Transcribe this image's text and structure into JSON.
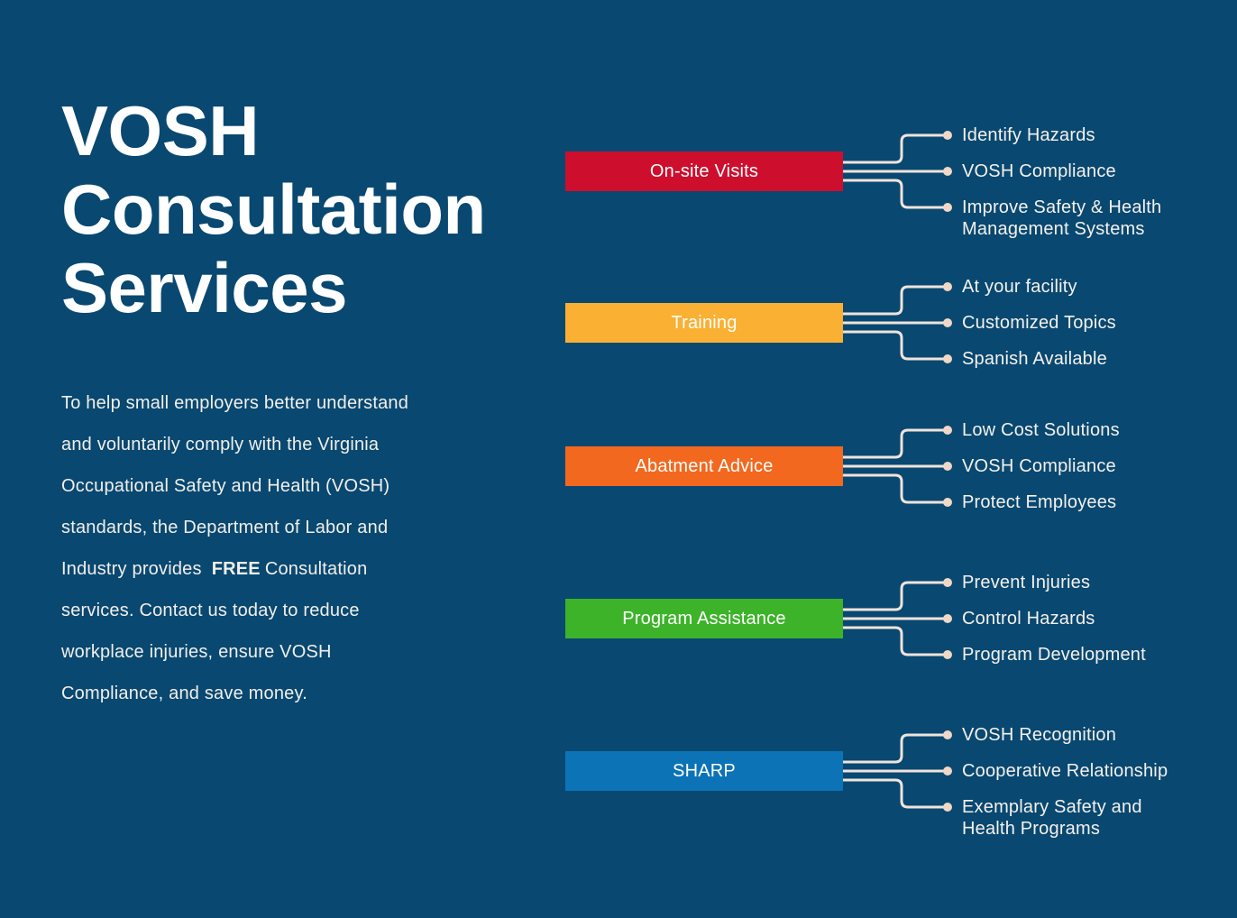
{
  "theme": {
    "background": "#084871",
    "title_color": "#ffffff",
    "body_text": "#f2efea",
    "connector_line": "#f0e3dc",
    "connector_dot": "#f1d7c5",
    "bullet_text": "#f5f1ec",
    "box_label": "#ffffff"
  },
  "title": {
    "lines": [
      "VOSH",
      "Consultation",
      "Services"
    ]
  },
  "intro": {
    "text_before": "To help small employers better understand and voluntarily comply with the Virginia Occupational Safety and Health (VOSH) standards, the Department of Labor and Industry provides",
    "highlight": "FREE",
    "text_after": "Consultation services. Contact us today to reduce workplace injuries, ensure VOSH Compliance, and save money."
  },
  "services": [
    {
      "label": "On-site Visits",
      "color": "#ce0e2d",
      "items": [
        "Identify Hazards",
        "VOSH Compliance",
        "Improve Safety & Health\nManagement Systems"
      ]
    },
    {
      "label": "Training",
      "color": "#f9b033",
      "items": [
        "At your facility",
        "Customized Topics",
        "Spanish Available"
      ]
    },
    {
      "label": "Abatment Advice",
      "color": "#f2681f",
      "items": [
        "Low Cost Solutions",
        "VOSH Compliance",
        "Protect Employees"
      ]
    },
    {
      "label": "Program Assistance",
      "color": "#3db32a",
      "items": [
        "Prevent Injuries",
        "Control Hazards",
        "Program Development"
      ]
    },
    {
      "label": "SHARP",
      "color": "#0c73b7",
      "items": [
        "VOSH Recognition",
        "Cooperative Relationship",
        "Exemplary Safety and\nHealth Programs"
      ]
    }
  ]
}
